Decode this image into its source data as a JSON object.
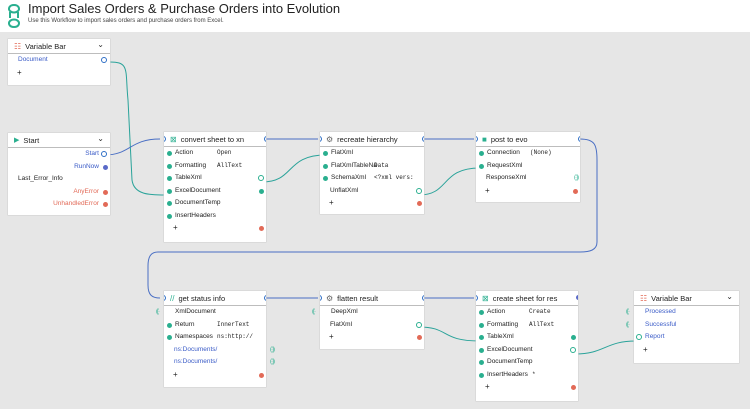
{
  "header": {
    "title": "Import Sales Orders & Purchase Orders into Evolution",
    "subtitle": "Use this Workflow to import sales orders and purchase orders from Excel."
  },
  "colors": {
    "teal": "#2aaf8f",
    "red": "#e26a57",
    "blue": "#3a5bc7",
    "wire_blue": "#4a6fc4",
    "wire_teal": "#2aa39a"
  },
  "nodes": {
    "varbar1": {
      "title": "Variable Bar",
      "rows": [
        "Document"
      ]
    },
    "start": {
      "title": "Start",
      "rows": [
        "Start",
        "RunNow",
        "Last_Error_Info",
        "AnyError",
        "UnhandledError"
      ]
    },
    "convert": {
      "title": "convert sheet to xn",
      "rows": [
        {
          "label": "Action",
          "value": "Open"
        },
        {
          "label": "Formatting",
          "value": "AllText"
        },
        {
          "label": "TableXml",
          "value": ""
        },
        {
          "label": "ExcelDocument",
          "value": ""
        },
        {
          "label": "DocumentTemp",
          "value": ""
        },
        {
          "label": "InsertHeaders",
          "value": ""
        }
      ]
    },
    "recreate": {
      "title": "recreate hierarchy",
      "rows": [
        {
          "label": "FlatXml",
          "value": ""
        },
        {
          "label": "FlatXmlTableNa",
          "value": "Data"
        },
        {
          "label": "SchemaXml",
          "value": "<?xml vers:"
        },
        {
          "label": "UnflatXml",
          "value": ""
        }
      ]
    },
    "post": {
      "title": "post to evo",
      "rows": [
        {
          "label": "Connection",
          "value": "(None)"
        },
        {
          "label": "RequestXml",
          "value": ""
        },
        {
          "label": "ResponseXml",
          "value": ""
        }
      ]
    },
    "status": {
      "title": "get status info",
      "rows": [
        {
          "label": "XmlDocument",
          "value": ""
        },
        {
          "label": "Return",
          "value": "InnerText"
        },
        {
          "label": "Namespaces",
          "value": "ns:http://"
        },
        {
          "label": "ns:Documents/",
          "value": ""
        },
        {
          "label": "ns:Documents/",
          "value": ""
        }
      ]
    },
    "flatten": {
      "title": "flatten result",
      "rows": [
        {
          "label": "DeepXml",
          "value": ""
        },
        {
          "label": "FlatXml",
          "value": ""
        }
      ]
    },
    "create": {
      "title": "create sheet for res",
      "rows": [
        {
          "label": "Action",
          "value": "Create"
        },
        {
          "label": "Formatting",
          "value": "AllText"
        },
        {
          "label": "TableXml",
          "value": ""
        },
        {
          "label": "ExcelDocument",
          "value": ""
        },
        {
          "label": "DocumentTemp",
          "value": ""
        },
        {
          "label": "InsertHeaders",
          "value": "*"
        }
      ]
    },
    "varbar2": {
      "title": "Variable Bar",
      "rows": [
        "Processed",
        "Successful",
        "Report"
      ]
    }
  },
  "icons": {
    "plus": "+",
    "chevron": "⌄"
  }
}
